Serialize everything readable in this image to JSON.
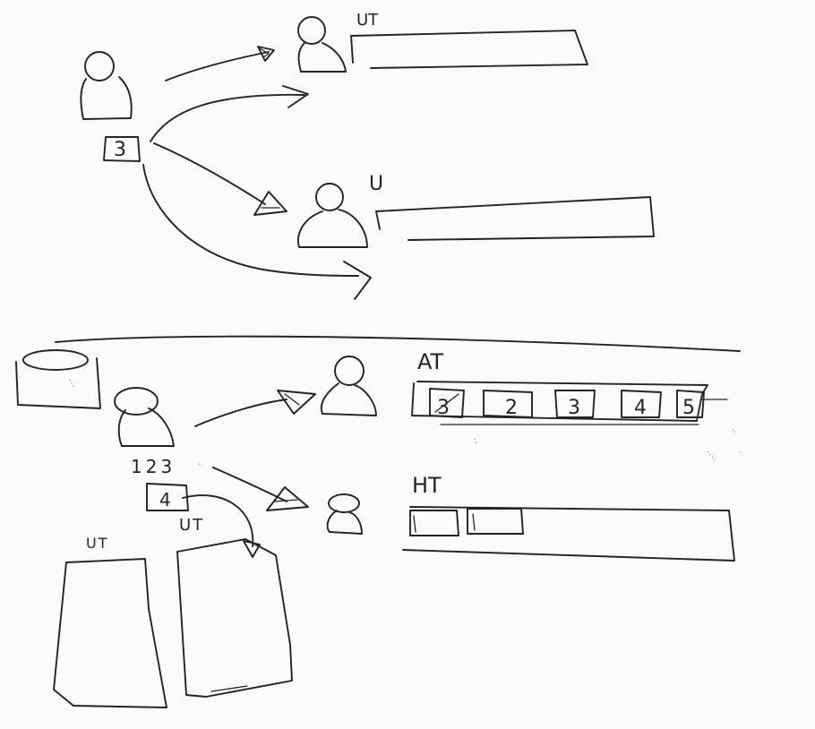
{
  "labels": {
    "top_user_label": "UT",
    "mid_user_label": "U",
    "at_label": "AT",
    "ut_bottom_label": "UT",
    "ht_box_label": "UT",
    "ht_label": "HT",
    "counter": "123"
  },
  "sender_token": "3",
  "sender_token_bottom": "4",
  "at_slots": [
    "3",
    "2",
    "3",
    "4",
    "5"
  ],
  "ink_color": "#232323",
  "background_color": "#fbfbfb"
}
